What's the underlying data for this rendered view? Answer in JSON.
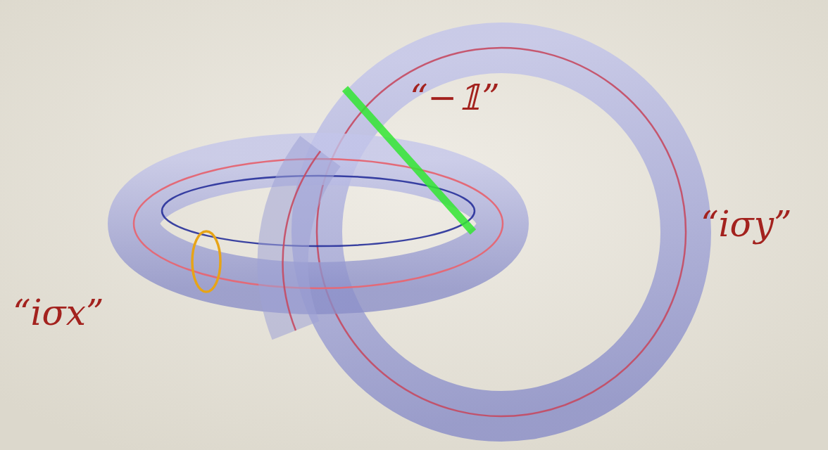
{
  "diagram": {
    "labels": [
      "“iσx”",
      "“−𝟙”",
      "“iσy”"
    ]
  }
}
